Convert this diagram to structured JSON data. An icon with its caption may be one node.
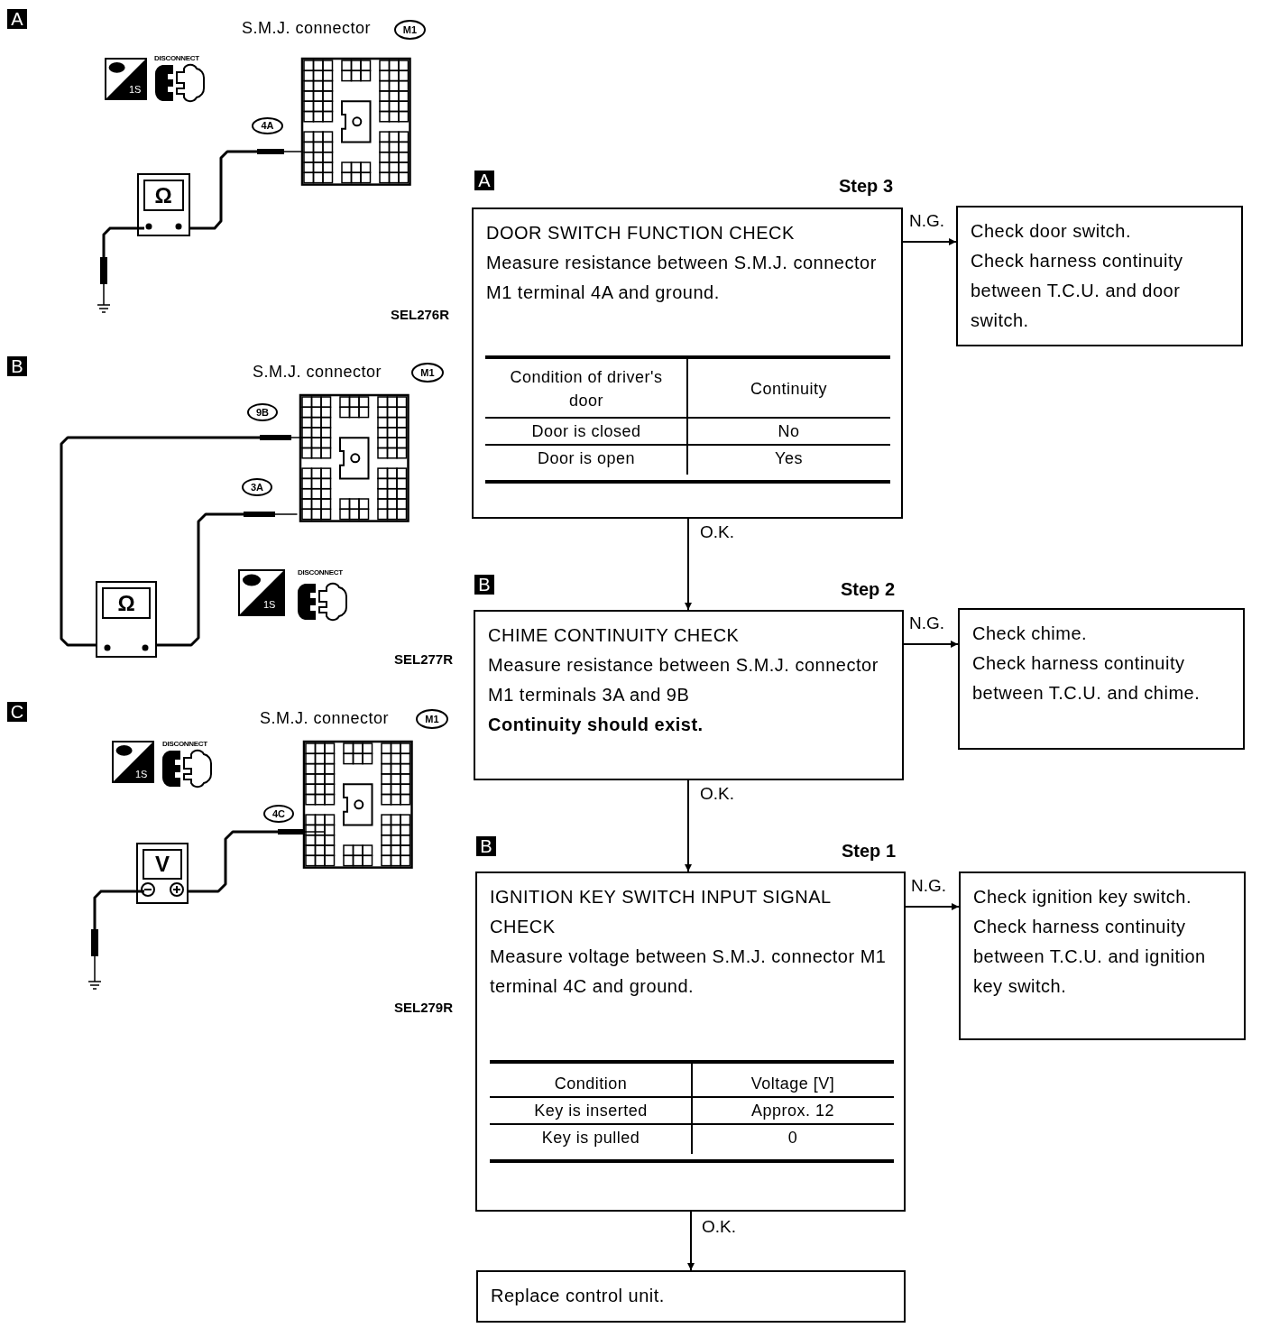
{
  "diagram": {
    "nodes": [
      {
        "text": [
          "DOOR SWITCH FUNCTION CHECK",
          "Measure resistance between S.M.J. connector M1 terminal 4A and ground."
        ],
        "beside": [
          "Step 3"
        ]
      },
      {
        "text": [
          "Check door switch.",
          "Check harness continuity between T.C.U. and door switch."
        ]
      },
      {
        "text": [
          "CHIME CONTINUITY CHECK",
          "Measure resistance between S.M.J. connector M1 terminals 3A and 9B",
          "Continuity should exist."
        ],
        "beside": [
          "Step 2"
        ]
      },
      {
        "text": [
          "Check chime.",
          "Check harness continuity between T.C.U. and chime."
        ]
      },
      {
        "text": [
          "IGNITION KEY SWITCH INPUT SIGNAL CHECK",
          "Measure voltage between S.M.J. connector M1 terminal 4C and ground."
        ],
        "beside": [
          "Step 1"
        ]
      },
      {
        "text": [
          "Check ignition key switch.",
          "Check harness continuity between T.C.U. and ignition key switch."
        ]
      },
      {
        "text": [
          "Replace control unit."
        ]
      }
    ],
    "edges": [
      {
        "from": 0,
        "to": 1,
        "arrow": "to",
        "label": "N.G."
      },
      {
        "from": 0,
        "to": 2,
        "arrow": "to",
        "label": "O.K."
      },
      {
        "from": 2,
        "to": 3,
        "arrow": "to",
        "label": "N.G."
      },
      {
        "from": 2,
        "to": 4,
        "arrow": "to",
        "label": "O.K."
      },
      {
        "from": 4,
        "to": 5,
        "arrow": "to",
        "label": "N.G."
      },
      {
        "from": 4,
        "to": 6,
        "arrow": "to",
        "label": "O.K."
      }
    ],
    "labels": [
      "A",
      "S.M.J. connector",
      "M1",
      "DISCONNECT",
      "1S",
      "Ω",
      "4A",
      "SEL276R",
      "A",
      "Condition of driver's door",
      "Continuity",
      "Door is closed",
      "No",
      "Door is open",
      "Yes",
      "B",
      "S.M.J. connector",
      "M1",
      "9B",
      "3A",
      "1S",
      "DISCONNECT",
      "Ω",
      "SEL277R",
      "B",
      "C",
      "S.M.J. connector",
      "M1",
      "DISCONNECT",
      "1S",
      "4C",
      "V",
      "SEL279R",
      "B",
      "Condition",
      "Voltage [V]",
      "Key is inserted",
      "Approx. 12",
      "Key is pulled",
      "0"
    ]
  }
}
